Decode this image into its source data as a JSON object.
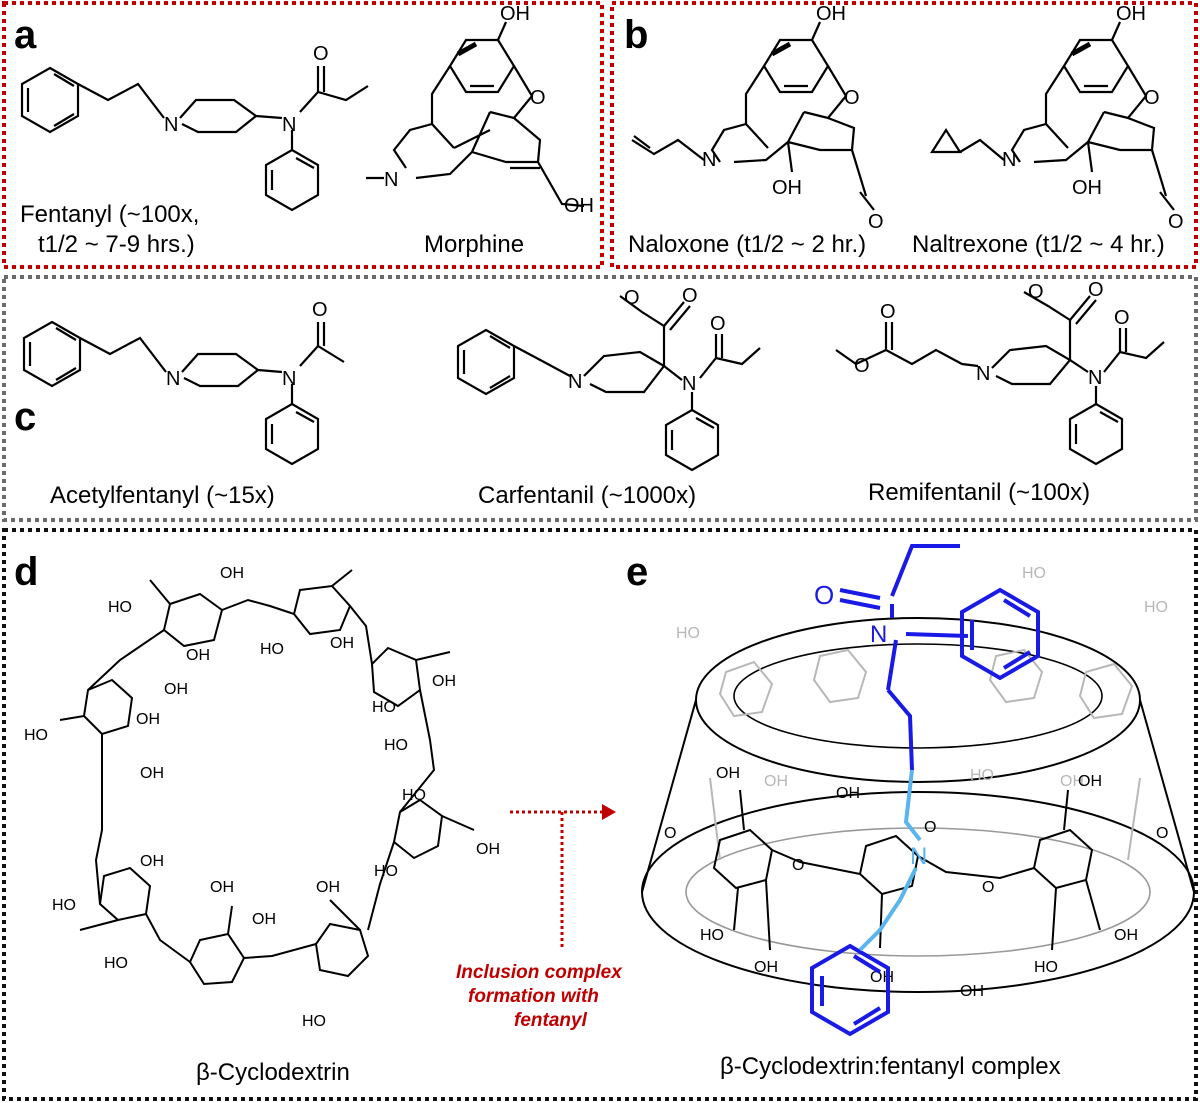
{
  "panels": {
    "a": {
      "letter": "a",
      "fentanyl_caption_1": "Fentanyl (~100x,",
      "fentanyl_caption_2": "t1/2 ~ 7-9 hrs.)",
      "morphine_caption": "Morphine"
    },
    "b": {
      "letter": "b",
      "naloxone_caption": "Naloxone (t1/2 ~ 2 hr.)",
      "naltrexone_caption": "Naltrexone (t1/2 ~ 4 hr.)"
    },
    "c": {
      "letter": "c",
      "acetylfentanyl_caption": "Acetylfentanyl (~15x)",
      "carfentanil_caption": "Carfentanil (~1000x)",
      "remifentanil_caption": "Remifentanil (~100x)"
    },
    "d": {
      "letter": "d",
      "caption": "β-Cyclodextrin"
    },
    "e": {
      "letter": "e",
      "caption": "β-Cyclodextrin:fentanyl complex"
    }
  },
  "arrow_note": {
    "line1": "Inclusion complex",
    "line2": "formation with",
    "line3": "fentanyl"
  },
  "atoms": {
    "N": "N",
    "O": "O",
    "OH": "OH",
    "HO": "HO"
  },
  "colors": {
    "frame_red": "#c00000",
    "frame_gray": "#6a6a6a",
    "frame_black": "#111111",
    "fentanyl_blue": "#1a1ae6",
    "fentanyl_lightblue": "#5ab4ee",
    "ghost_gray": "#b8b8b8"
  }
}
